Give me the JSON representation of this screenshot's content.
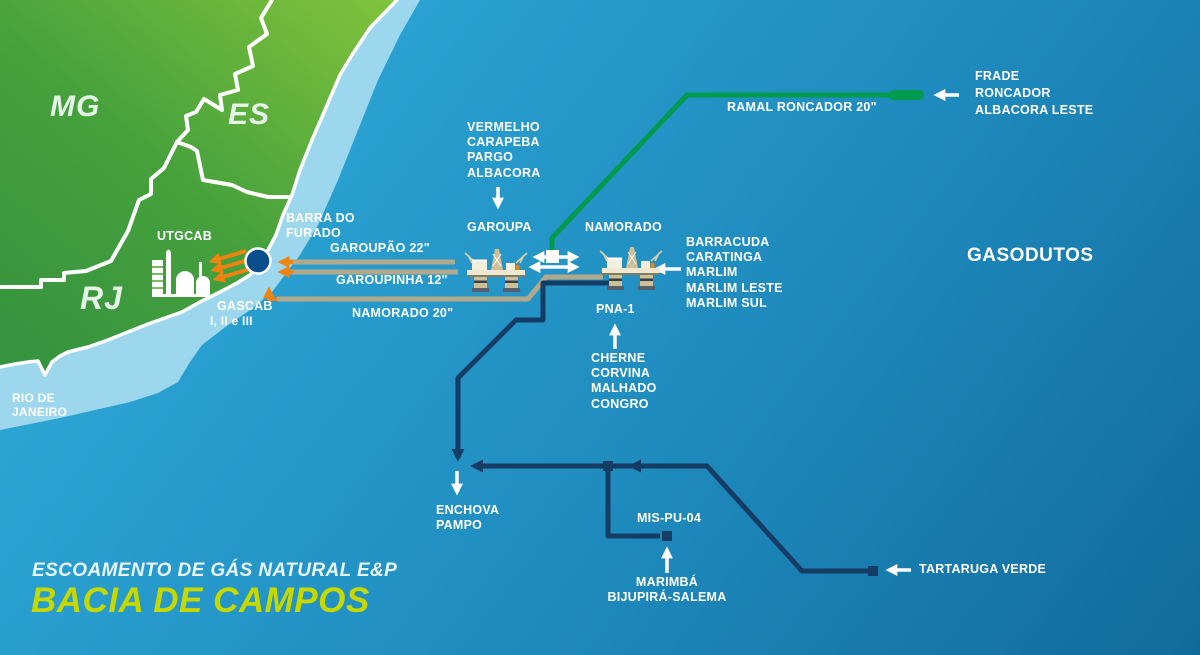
{
  "title": {
    "subtitle": "ESCOAMENTO DE GÁS NATURAL E&P",
    "main": "BACIA DE CAMPOS"
  },
  "legend": {
    "gasodutos": "GASODUTOS"
  },
  "states": {
    "mg": "MG",
    "es": "ES",
    "rj": "RJ"
  },
  "places": {
    "rio_line1": "RIO DE",
    "rio_line2": "JANEIRO",
    "utgcab": "UTGCAB",
    "barra_line1": "BARRA DO",
    "barra_line2": "FURADO",
    "gascab_line1": "GASCAB",
    "gascab_line2": "I, II e III"
  },
  "pipelines": {
    "garoupao": "GAROUPÃO 22\"",
    "garoupinha": "GAROUPINHA 12\"",
    "namorado": "NAMORADO 20\"",
    "ramal_roncador": "RAMAL RONCADOR 20\""
  },
  "platforms": {
    "garoupa": "GAROUPA",
    "namorado": "NAMORADO",
    "pna1": "PNA-1",
    "mispu04": "MIS-PU-04"
  },
  "field_groups": {
    "garoupa_fields": [
      "VERMELHO",
      "CARAPEBA",
      "PARGO",
      "ALBACORA"
    ],
    "namorado_fields": [
      "BARRACUDA",
      "CARATINGA",
      "MARLIM",
      "MARLIM LESTE",
      "MARLIM SUL"
    ],
    "pna1_fields": [
      "CHERNE",
      "CORVINA",
      "MALHADO",
      "CONGRO"
    ],
    "ramal_fields": [
      "FRADE",
      "RONCADOR",
      "ALBACORA LESTE"
    ],
    "enchova_fields": [
      "ENCHOVA",
      "PAMPO"
    ],
    "marimba_fields": [
      "MARIMBÁ",
      "BIJUPIRÁ-SALEMA"
    ],
    "tartaruga": "TARTARUGA VERDE"
  },
  "colors": {
    "orange": "#ee8312",
    "pipeline_tan": "#b2a98c",
    "pipeline_navy": "#143c64",
    "pipeline_green": "#019a4e",
    "title_lime": "#c7d800",
    "land_dark": "#2c8c41",
    "land_light": "#86c63c",
    "ocean_light": "#2ba4d4",
    "ocean_dark": "#126a9c",
    "coastal_band": "#9dd7ee",
    "landing_point_blue": "#0b4e8e",
    "white": "#ffffff"
  }
}
